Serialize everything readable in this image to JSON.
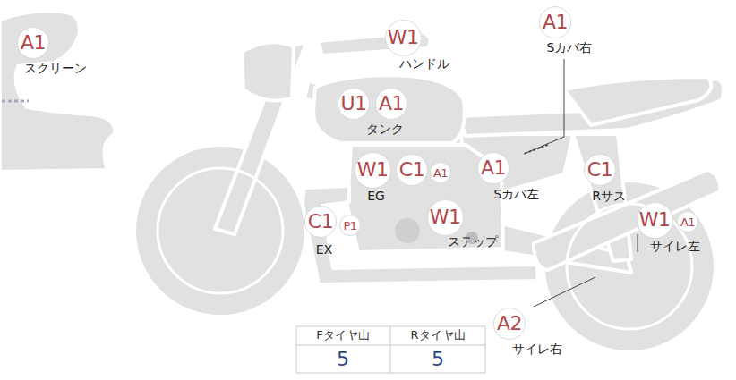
{
  "diagram": {
    "nodes": [
      {
        "text": [
          "A1"
        ]
      },
      {
        "text": [
          "W1"
        ]
      },
      {
        "text": [
          "A1"
        ]
      },
      {
        "text": [
          "U1"
        ]
      },
      {
        "text": [
          "A1"
        ]
      },
      {
        "text": [
          "W1"
        ]
      },
      {
        "text": [
          "C1"
        ]
      },
      {
        "text": [
          "A1"
        ]
      },
      {
        "text": [
          "A1"
        ]
      },
      {
        "text": [
          "C1"
        ]
      },
      {
        "text": [
          "C1"
        ]
      },
      {
        "text": [
          "P1"
        ]
      },
      {
        "text": [
          "W1"
        ]
      },
      {
        "text": [
          "W1"
        ]
      },
      {
        "text": [
          "A1"
        ]
      },
      {
        "text": [
          "A2"
        ]
      }
    ],
    "edges": [],
    "labels": [
      "スクリーン",
      "ハンドル",
      "Sカバ右",
      "タンク",
      "EG",
      "Sカバ左",
      "Rサス",
      "EX",
      "ステップ",
      "サイレ左",
      "サイレ右",
      "Fタイヤ山",
      "Rタイヤ山",
      "5",
      "5"
    ]
  }
}
